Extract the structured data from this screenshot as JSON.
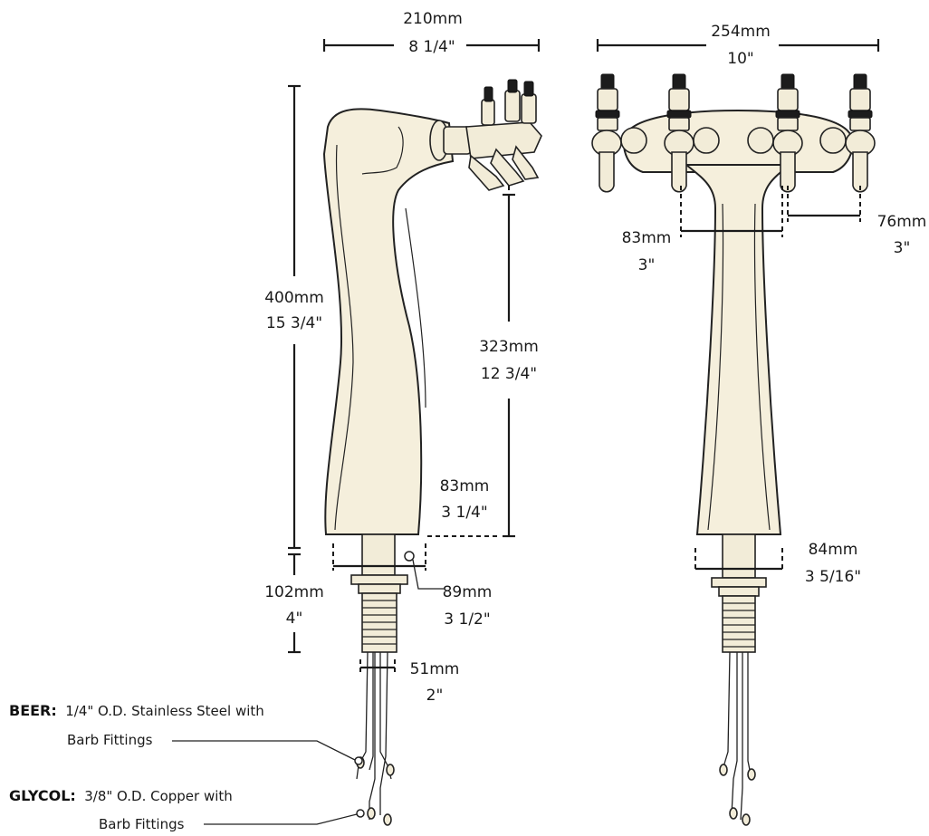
{
  "dimensions": {
    "side_width_mm": "210mm",
    "side_width_in": "8 1/4\"",
    "front_width_mm": "254mm",
    "front_width_in": "10\"",
    "height_mm": "400mm",
    "height_in": "15 3/4\"",
    "faucet_height_mm": "323mm",
    "faucet_height_in": "12 3/4\"",
    "base_depth_mm": "83mm",
    "base_depth_in": "3 1/4\"",
    "shank_mm": "102mm",
    "shank_in": "4\"",
    "flange_mm": "89mm",
    "flange_in": "3 1/2\"",
    "thread_mm": "51mm",
    "thread_in": "2\"",
    "neck_mm": "83mm",
    "neck_in": "3\"",
    "spacing_mm": "76mm",
    "spacing_in": "3\"",
    "front_base_mm": "84mm",
    "front_base_in": "3 5/16\""
  },
  "callouts": {
    "beer_title": "BEER:",
    "beer_line1": "1/4\" O.D. Stainless Steel with",
    "beer_line2": "Barb Fittings",
    "glycol_title": "GLYCOL:",
    "glycol_line1": "3/8\" O.D. Copper with",
    "glycol_line2": "Barb Fittings"
  }
}
